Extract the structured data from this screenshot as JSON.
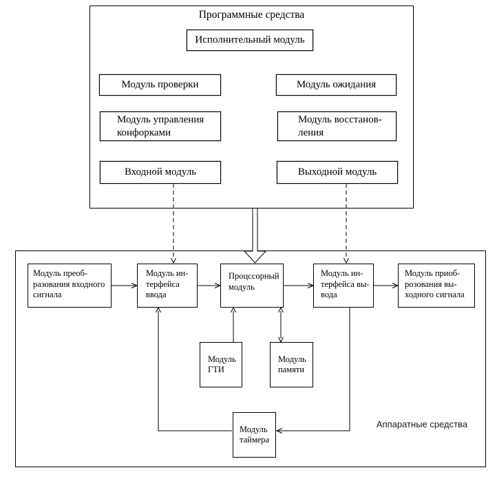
{
  "software_section": {
    "title": "Программные средства",
    "executive_module": "Исполнительный модуль",
    "check_module": "Модуль проверки",
    "wait_module": "Модуль ожидания",
    "burner_control_module": "Модуль управления\nконфорками",
    "recovery_module": "Модуль восстанов-\nления",
    "input_module": "Входной модуль",
    "output_module": "Выходной модуль"
  },
  "hardware_section": {
    "title": "Аппаратные средства",
    "input_signal_converter_module": "Модуль преоб-\nразования входного\nсигнала",
    "input_interface_module": "Модуль ин-\nтерфейса\nввода",
    "processor_module": "Процссорный\nмодуль",
    "output_interface_module": "Модуль ин-\nтерфейса вы-\nвода",
    "output_signal_converter_module": "Модуль приоб-\nрозования вы-\nходного сигнала",
    "clock_generator_module": "Модуль\nГТИ",
    "memory_module": "Модуль\nпамяти",
    "timer_module": "Модуль\nтаймера"
  },
  "colors": {
    "line": "#000000",
    "background": "#ffffff"
  }
}
